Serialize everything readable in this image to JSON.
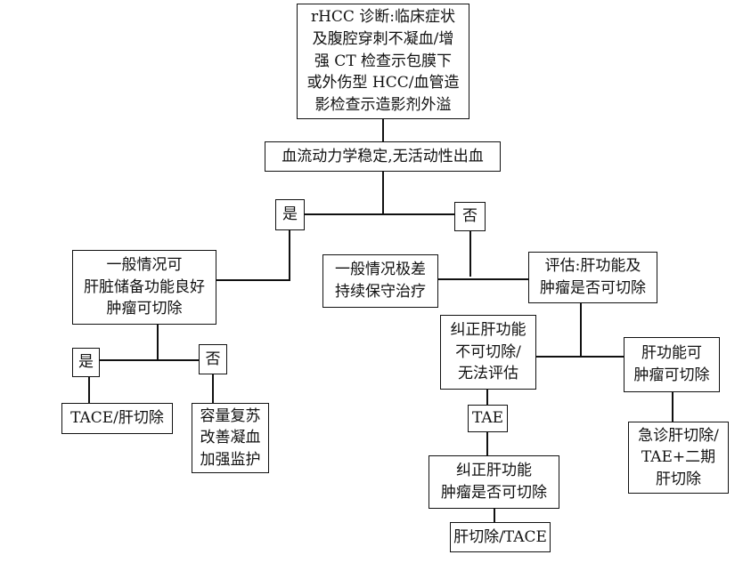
{
  "nodes": {
    "diagnosis": "rHCC 诊断:临床症状\n及腹腔穿刺不凝血/增\n强 CT 检查示包膜下\n或外伤型 HCC/血管造\n影检查示造影剂外溢",
    "hemo": "血流动力学稳定,无活动性出血",
    "yes1": "是",
    "no1": "否",
    "general_good": "一般情况可\n肝脏储备功能良好\n肿瘤可切除",
    "general_poor": "一般情况极差\n持续保守治疗",
    "evaluate": "评估:肝功能及\n肿瘤是否可切除",
    "yes2": "是",
    "no2": "否",
    "tace_resection": "TACE/肝切除",
    "resus": "容量复苏\n改善凝血\n加强监护",
    "correct_liver": "纠正肝功能\n不可切除/\n无法评估",
    "liver_ok": "肝功能可\n肿瘤可切除",
    "tae": "TAE",
    "emergency": "急诊肝切除/\nTAE+二期\n肝切除",
    "correct_tumor": "纠正肝功能\n肿瘤是否可切除",
    "final": "肝切除/TACE"
  }
}
